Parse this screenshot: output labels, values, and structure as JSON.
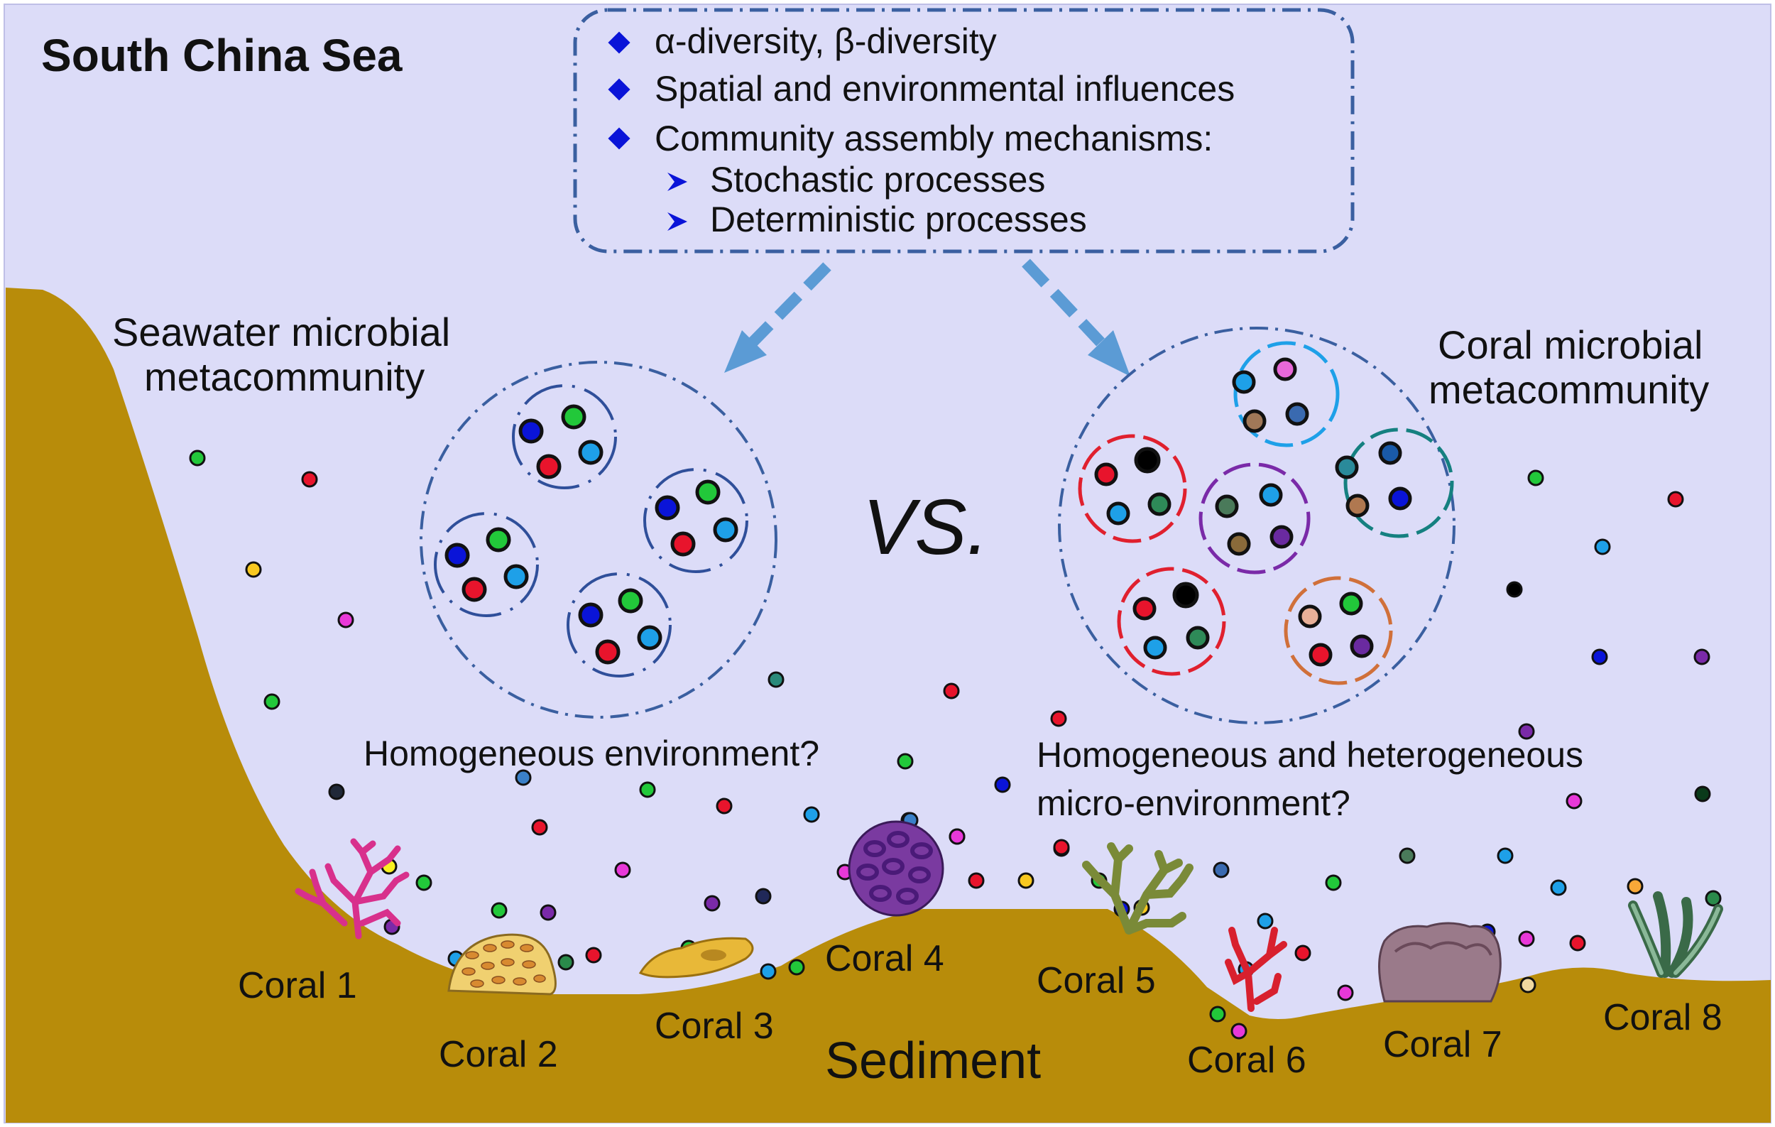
{
  "title": "South China Sea",
  "questions": {
    "items": [
      "α-diversity, β-diversity",
      "Spatial and environmental influences",
      "Community assembly mechanisms:"
    ],
    "subitems": [
      "Stochastic processes",
      "Deterministic processes"
    ]
  },
  "seawater": {
    "label_line1": "Seawater microbial",
    "label_line2": "metacommunity",
    "caption": "Homogeneous environment?"
  },
  "coral": {
    "label_line1": "Coral microbial",
    "label_line2": "metacommunity",
    "caption_line1": "Homogeneous and heterogeneous",
    "caption_line2": "micro-environment?"
  },
  "vs_label": "VS.",
  "sediment_label": "Sediment",
  "corals": [
    "Coral 1",
    "Coral 2",
    "Coral 3",
    "Coral 4",
    "Coral 5",
    "Coral 6",
    "Coral 7",
    "Coral 8"
  ],
  "colors": {
    "sea": "#dcdcf8",
    "seabed": "#b88c0a",
    "frame_blue": "#3a5fa0",
    "arrow_blue": "#5b9bd5",
    "bullet_blue": "#0a14d8"
  }
}
